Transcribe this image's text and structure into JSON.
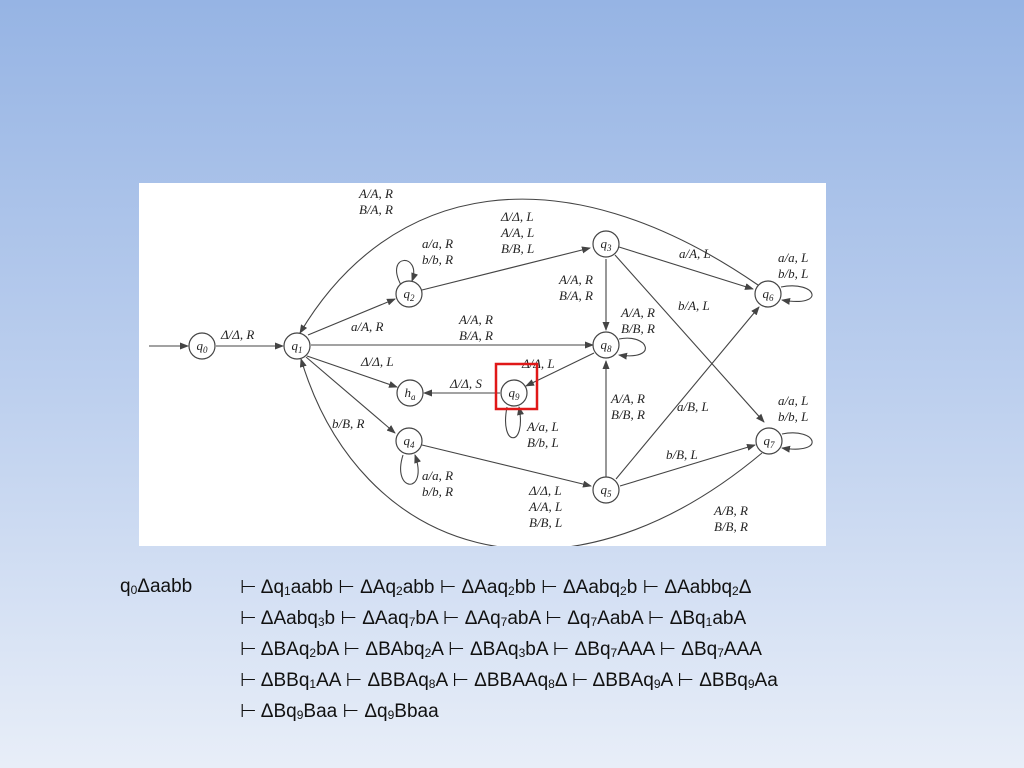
{
  "diagram": {
    "nodes": [
      {
        "id": "q0",
        "base": "q",
        "sub": "0"
      },
      {
        "id": "q1",
        "base": "q",
        "sub": "1"
      },
      {
        "id": "q2",
        "base": "q",
        "sub": "2"
      },
      {
        "id": "q3",
        "base": "q",
        "sub": "3"
      },
      {
        "id": "q4",
        "base": "q",
        "sub": "4"
      },
      {
        "id": "q5",
        "base": "q",
        "sub": "5"
      },
      {
        "id": "q6",
        "base": "q",
        "sub": "6"
      },
      {
        "id": "q7",
        "base": "q",
        "sub": "7"
      },
      {
        "id": "q8",
        "base": "q",
        "sub": "8"
      },
      {
        "id": "q9",
        "base": "q",
        "sub": "9"
      },
      {
        "id": "ha",
        "base": "h",
        "sub": "a"
      }
    ],
    "edges": [
      {
        "id": "q0-q1",
        "lines": [
          "Δ/Δ, R"
        ]
      },
      {
        "id": "q1-q2",
        "lines": [
          "a/A, R"
        ]
      },
      {
        "id": "q2-loop",
        "lines": [
          "a/a, R",
          "b/b, R"
        ]
      },
      {
        "id": "q2-q3",
        "lines": [
          "Δ/Δ, L",
          "A/A, L",
          "B/B, L"
        ]
      },
      {
        "id": "q3-q8",
        "lines": [
          "A/A, R",
          "B/A, R"
        ]
      },
      {
        "id": "q3-q6",
        "lines": [
          "a/A, L"
        ]
      },
      {
        "id": "q3-q7",
        "lines": [
          "b/A, L"
        ]
      },
      {
        "id": "q6-loop",
        "lines": [
          "a/a, L",
          "b/b, L"
        ]
      },
      {
        "id": "q6-q1",
        "lines": [
          "A/A, R",
          "B/A, R"
        ]
      },
      {
        "id": "q1-q8",
        "lines": [
          "A/A, R",
          "B/A, R"
        ]
      },
      {
        "id": "q8-loop",
        "lines": [
          "A/A, R",
          "B/B, R"
        ]
      },
      {
        "id": "q8-q9",
        "lines": [
          "Δ/Δ, L"
        ]
      },
      {
        "id": "q1-ha",
        "lines": [
          "Δ/Δ, L"
        ]
      },
      {
        "id": "q9-ha",
        "lines": [
          "Δ/Δ, S"
        ]
      },
      {
        "id": "q9-loop",
        "lines": [
          "A/a, L",
          "B/b, L"
        ]
      },
      {
        "id": "q1-q4",
        "lines": [
          "b/B, R"
        ]
      },
      {
        "id": "q4-loop",
        "lines": [
          "a/a, R",
          "b/b, R"
        ]
      },
      {
        "id": "q4-q5",
        "lines": [
          "Δ/Δ, L",
          "A/A, L",
          "B/B, L"
        ]
      },
      {
        "id": "q5-q8",
        "lines": [
          "A/A, R",
          "B/B, R"
        ]
      },
      {
        "id": "q5-q6",
        "lines": [
          "a/B, L"
        ]
      },
      {
        "id": "q5-q7",
        "lines": [
          "b/B, L"
        ]
      },
      {
        "id": "q7-loop",
        "lines": [
          "a/a, L",
          "b/b, L"
        ]
      },
      {
        "id": "q7-q1",
        "lines": [
          "A/B, R",
          "B/B, R"
        ]
      }
    ]
  },
  "trace": {
    "start": [
      [
        "q",
        ""
      ],
      [
        "0",
        "s"
      ],
      [
        "Δaabb",
        ""
      ]
    ],
    "lines": [
      [
        [
          "⊢ Δq",
          ""
        ],
        [
          "1",
          "s"
        ],
        [
          "aabb  ⊢ ΔAq",
          ""
        ],
        [
          "2",
          "s"
        ],
        [
          "abb  ⊢ ΔAaq",
          ""
        ],
        [
          "2",
          "s"
        ],
        [
          "bb  ⊢ ΔAabq",
          ""
        ],
        [
          "2",
          "s"
        ],
        [
          "b  ⊢ ΔAabbq",
          ""
        ],
        [
          "2",
          "s"
        ],
        [
          "Δ",
          ""
        ]
      ],
      [
        [
          "⊢ ΔAabq",
          ""
        ],
        [
          "3",
          "s"
        ],
        [
          "b  ⊢ ΔAaq",
          ""
        ],
        [
          "7",
          "s"
        ],
        [
          "bA  ⊢ ΔAq",
          ""
        ],
        [
          "7",
          "s"
        ],
        [
          "abA ⊢ Δq",
          ""
        ],
        [
          "7",
          "s"
        ],
        [
          "AabA  ⊢ ΔBq",
          ""
        ],
        [
          "1",
          "s"
        ],
        [
          "abA",
          ""
        ]
      ],
      [
        [
          "⊢ ΔBAq",
          ""
        ],
        [
          "2",
          "s"
        ],
        [
          "bA  ⊢ ΔBAbq",
          ""
        ],
        [
          "2",
          "s"
        ],
        [
          "A  ⊢ ΔBAq",
          ""
        ],
        [
          "3",
          "s"
        ],
        [
          "bA  ⊢ ΔBq",
          ""
        ],
        [
          "7",
          "s"
        ],
        [
          "AAA  ⊢ ΔBq",
          ""
        ],
        [
          "7",
          "s"
        ],
        [
          "AAA",
          ""
        ]
      ],
      [
        [
          "⊢ ΔBBq",
          ""
        ],
        [
          "1",
          "s"
        ],
        [
          "AA  ⊢ ΔBBAq",
          ""
        ],
        [
          "8",
          "s"
        ],
        [
          "A  ⊢ ΔBBAAq",
          ""
        ],
        [
          "8",
          "s"
        ],
        [
          "Δ  ⊢ ΔBBAq",
          ""
        ],
        [
          "9",
          "s"
        ],
        [
          "A   ⊢ ΔBBq",
          ""
        ],
        [
          "9",
          "s"
        ],
        [
          "Aa",
          ""
        ]
      ],
      [
        [
          "⊢ ΔBq",
          ""
        ],
        [
          "9",
          "s"
        ],
        [
          "Baa   ⊢ Δq",
          ""
        ],
        [
          "9",
          "s"
        ],
        [
          "Bbaa",
          ""
        ]
      ]
    ]
  }
}
